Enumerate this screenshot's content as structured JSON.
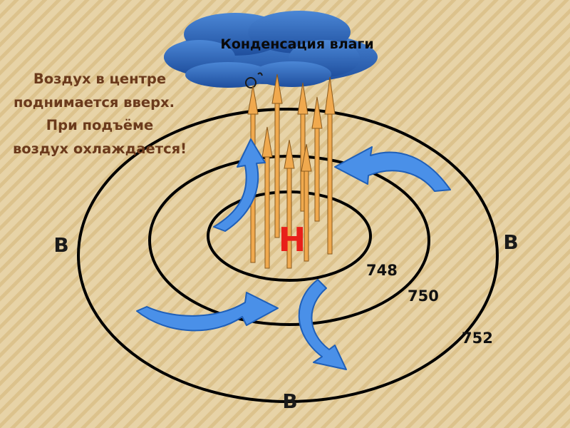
{
  "cloud": {
    "label": "Конденсация влаги"
  },
  "explanation": {
    "lines": [
      "Воздух в центре",
      "поднимается вверх.",
      "При подъёме",
      "воздух охлаждается!"
    ]
  },
  "center": {
    "label": "Н"
  },
  "high_pressure": {
    "left": "В",
    "right": "В",
    "bottom": "В"
  },
  "isobars": [
    "748",
    "750",
    "752"
  ],
  "colors": {
    "background": "#e7d3a7",
    "stripe": "#d9bd85",
    "cloud": "#2f63b8",
    "arrow_blue": "#4a90e8",
    "arrow_orange": "#f0a94e",
    "center": "#e8201a",
    "explanation_text": "#6b3a1c"
  }
}
